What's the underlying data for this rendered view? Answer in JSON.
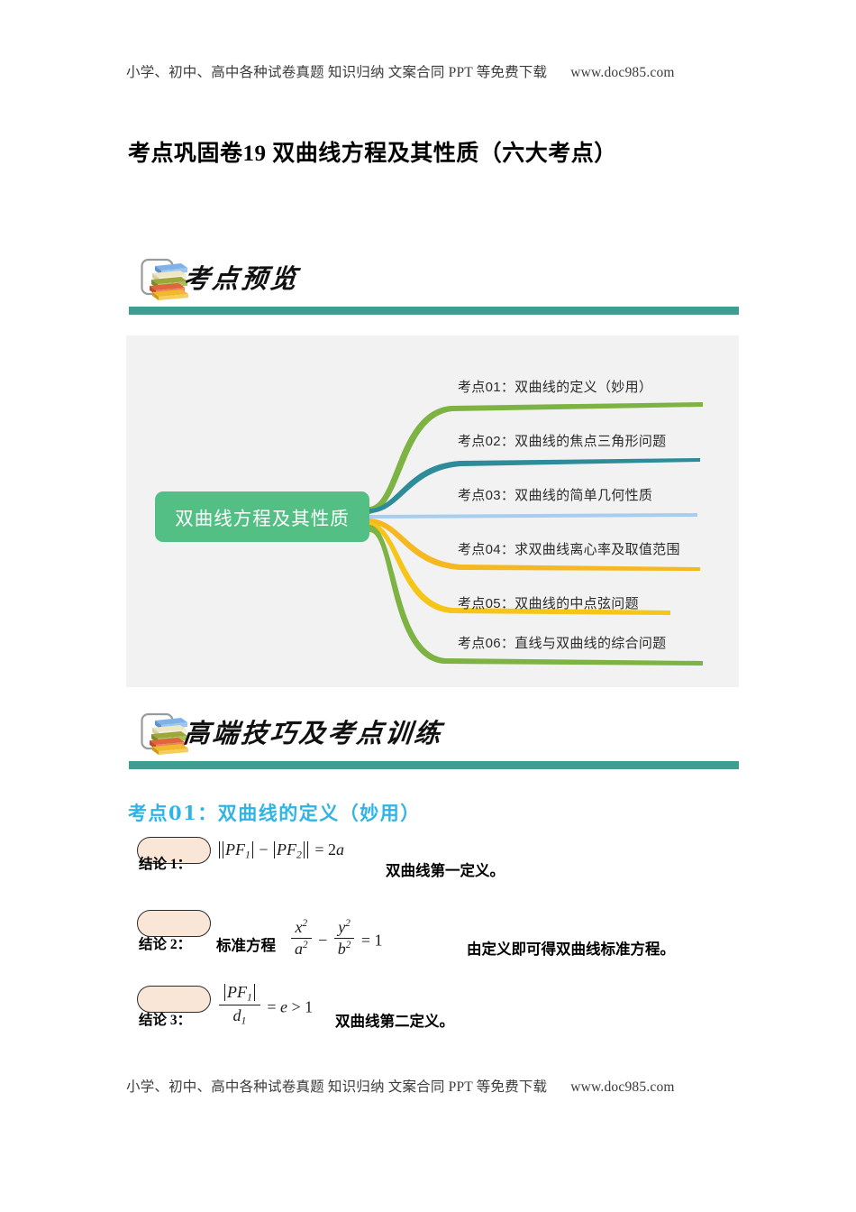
{
  "running_header": {
    "text": "小学、初中、高中各种试卷真题  知识归纳  文案合同  PPT 等免费下载",
    "url": "www.doc985.com"
  },
  "running_footer": {
    "text": "小学、初中、高中各种试卷真题  知识归纳  文案合同  PPT 等免费下载",
    "url": "www.doc985.com"
  },
  "document": {
    "title": "考点巩固卷19  双曲线方程及其性质（六大考点）"
  },
  "banners": [
    {
      "id": "preview",
      "label": "考点预览",
      "icon": "stacked-books-icon",
      "rule_color": "#3f9d92"
    },
    {
      "id": "training",
      "label": "高端技巧及考点训练",
      "icon": "stacked-books-icon",
      "rule_color": "#3f9d92"
    }
  ],
  "mindmap": {
    "background": "#f2f2f2",
    "center": {
      "label": "双曲线方程及其性质",
      "color": "#54bf85",
      "text_color": "#ffffff"
    },
    "branches": [
      {
        "label": "考点01：双曲线的定义（妙用）",
        "color": "#7cb342"
      },
      {
        "label": "考点02：双曲线的焦点三角形问题",
        "color": "#2e8b9a"
      },
      {
        "label": "考点03：双曲线的简单几何性质",
        "color": "#a8cdf0"
      },
      {
        "label": "考点04：求双曲线离心率及取值范围",
        "color": "#f5b820"
      },
      {
        "label": "考点05：双曲线的中点弦问题",
        "color": "#f5c518"
      },
      {
        "label": "考点06：直线与双曲线的综合问题",
        "color": "#7cb342"
      }
    ]
  },
  "exam_point": {
    "heading": "考点01：双曲线的定义（妙用）",
    "heading_color": "#30b3e6"
  },
  "conclusions": [
    {
      "badge": "结论 1：",
      "prefix": "",
      "formula_text": "‖PF₁|−|PF₂‖ = 2a",
      "note": "双曲线第一定义。"
    },
    {
      "badge": "结论 2：",
      "prefix": "标准方程",
      "formula_text": "x²/a² − y²/b² = 1",
      "note": "由定义即可得双曲线标准方程。"
    },
    {
      "badge": "结论 3：",
      "prefix": "",
      "formula_text": "|PF₁|/d₁ = e > 1",
      "note": "双曲线第二定义。"
    }
  ]
}
